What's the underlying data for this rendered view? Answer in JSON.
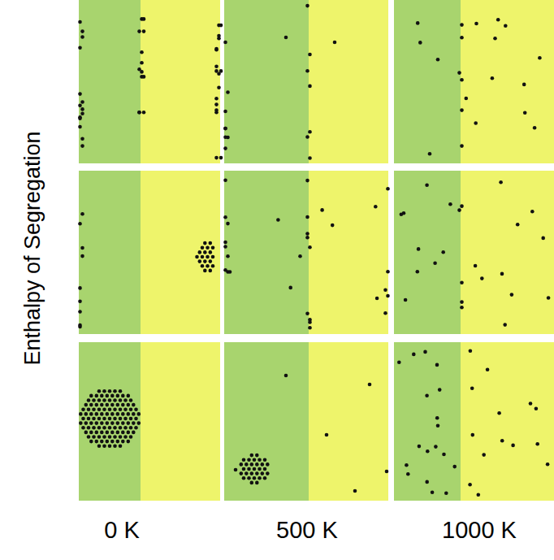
{
  "diagram": {
    "labels": [
      "Enthalpy of Segregation",
      "0 K",
      "500 K",
      "1000 K"
    ]
  }
}
